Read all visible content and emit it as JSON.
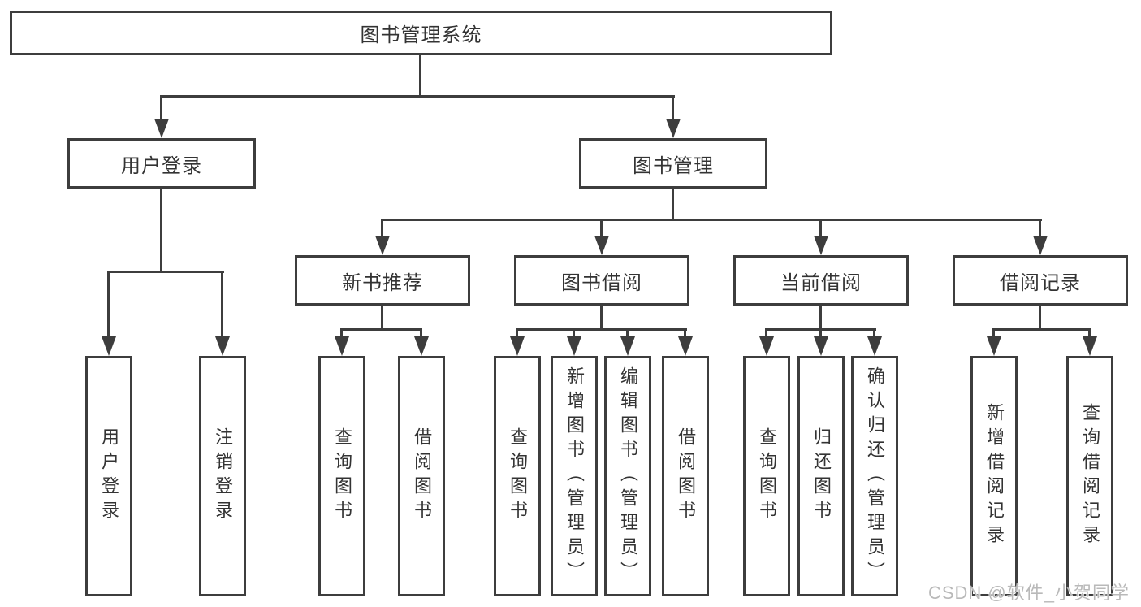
{
  "diagram": {
    "title_node": {
      "label": "图书管理系统"
    },
    "level1": [
      {
        "id": "user-login",
        "label": "用户登录"
      },
      {
        "id": "book-management",
        "label": "图书管理"
      }
    ],
    "level2": [
      {
        "id": "new-book-recommend",
        "label": "新书推荐",
        "parent": "图书管理"
      },
      {
        "id": "book-borrowing",
        "label": "图书借阅",
        "parent": "图书管理"
      },
      {
        "id": "current-borrowing",
        "label": "当前借阅",
        "parent": "图书管理"
      },
      {
        "id": "borrow-records",
        "label": "借阅记录",
        "parent": "图书管理"
      }
    ],
    "leaves": {
      "user_login": [
        "用户登录",
        "注销登录"
      ],
      "new_book_recommend": [
        "查询图书",
        "借阅图书"
      ],
      "book_borrowing": [
        "查询图书",
        "新增图书（管理员）",
        "编辑图书（管理员）",
        "借阅图书"
      ],
      "current_borrowing": [
        "查询图书",
        "归还图书",
        "确认归还（管理员）"
      ],
      "borrow_records": [
        "新增借阅记录",
        "查询借阅记录"
      ]
    }
  },
  "watermark": {
    "text": "CSDN @软件_小贺同学"
  },
  "colors": {
    "line": "#3d3d3d",
    "text": "#333333",
    "background": "#ffffff",
    "watermark": "#b9b9b9"
  }
}
